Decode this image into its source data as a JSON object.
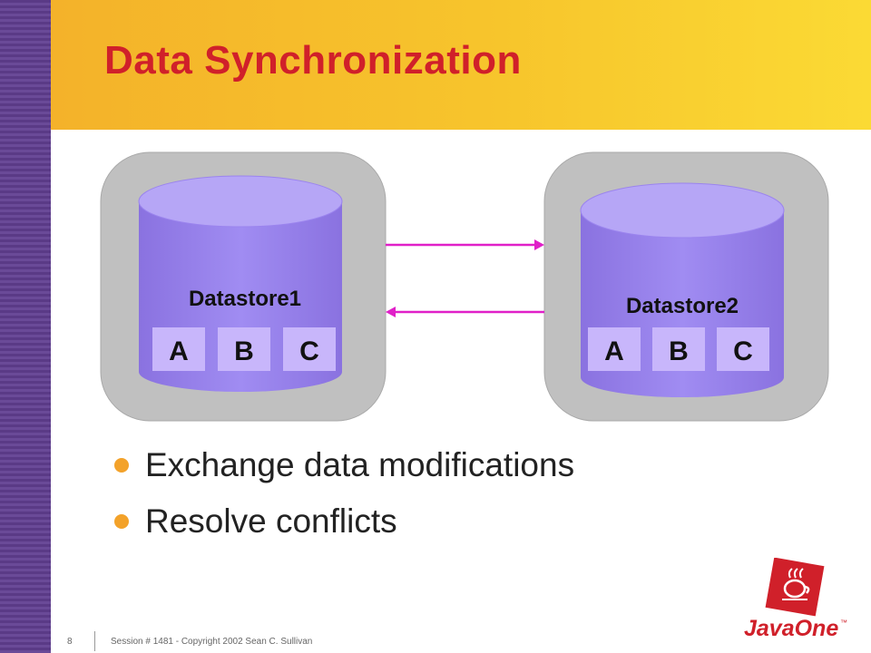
{
  "slide": {
    "title": "Data Synchronization",
    "bullets": [
      "Exchange data modifications",
      "Resolve conflicts"
    ]
  },
  "diagram": {
    "datastores": [
      {
        "name": "Datastore1",
        "columns": [
          "A",
          "B",
          "C"
        ]
      },
      {
        "name": "Datastore2",
        "columns": [
          "A",
          "B",
          "C"
        ]
      }
    ],
    "arrow_color": "#e020c8",
    "cylinder_color": "#9b84ee",
    "panel_color": "#c0c0c0"
  },
  "footer": {
    "page_number": "8",
    "text": "Session # 1481 - Copyright 2002 Sean C. Sullivan"
  },
  "logo": {
    "text": "JavaOne",
    "trademark": "™",
    "color": "#d0202a"
  },
  "colors": {
    "title": "#d0202a",
    "bullet": "#f3a22a",
    "band_left": "#f4b22a",
    "band_right": "#fbda34",
    "stripe": "#5a3a86"
  }
}
